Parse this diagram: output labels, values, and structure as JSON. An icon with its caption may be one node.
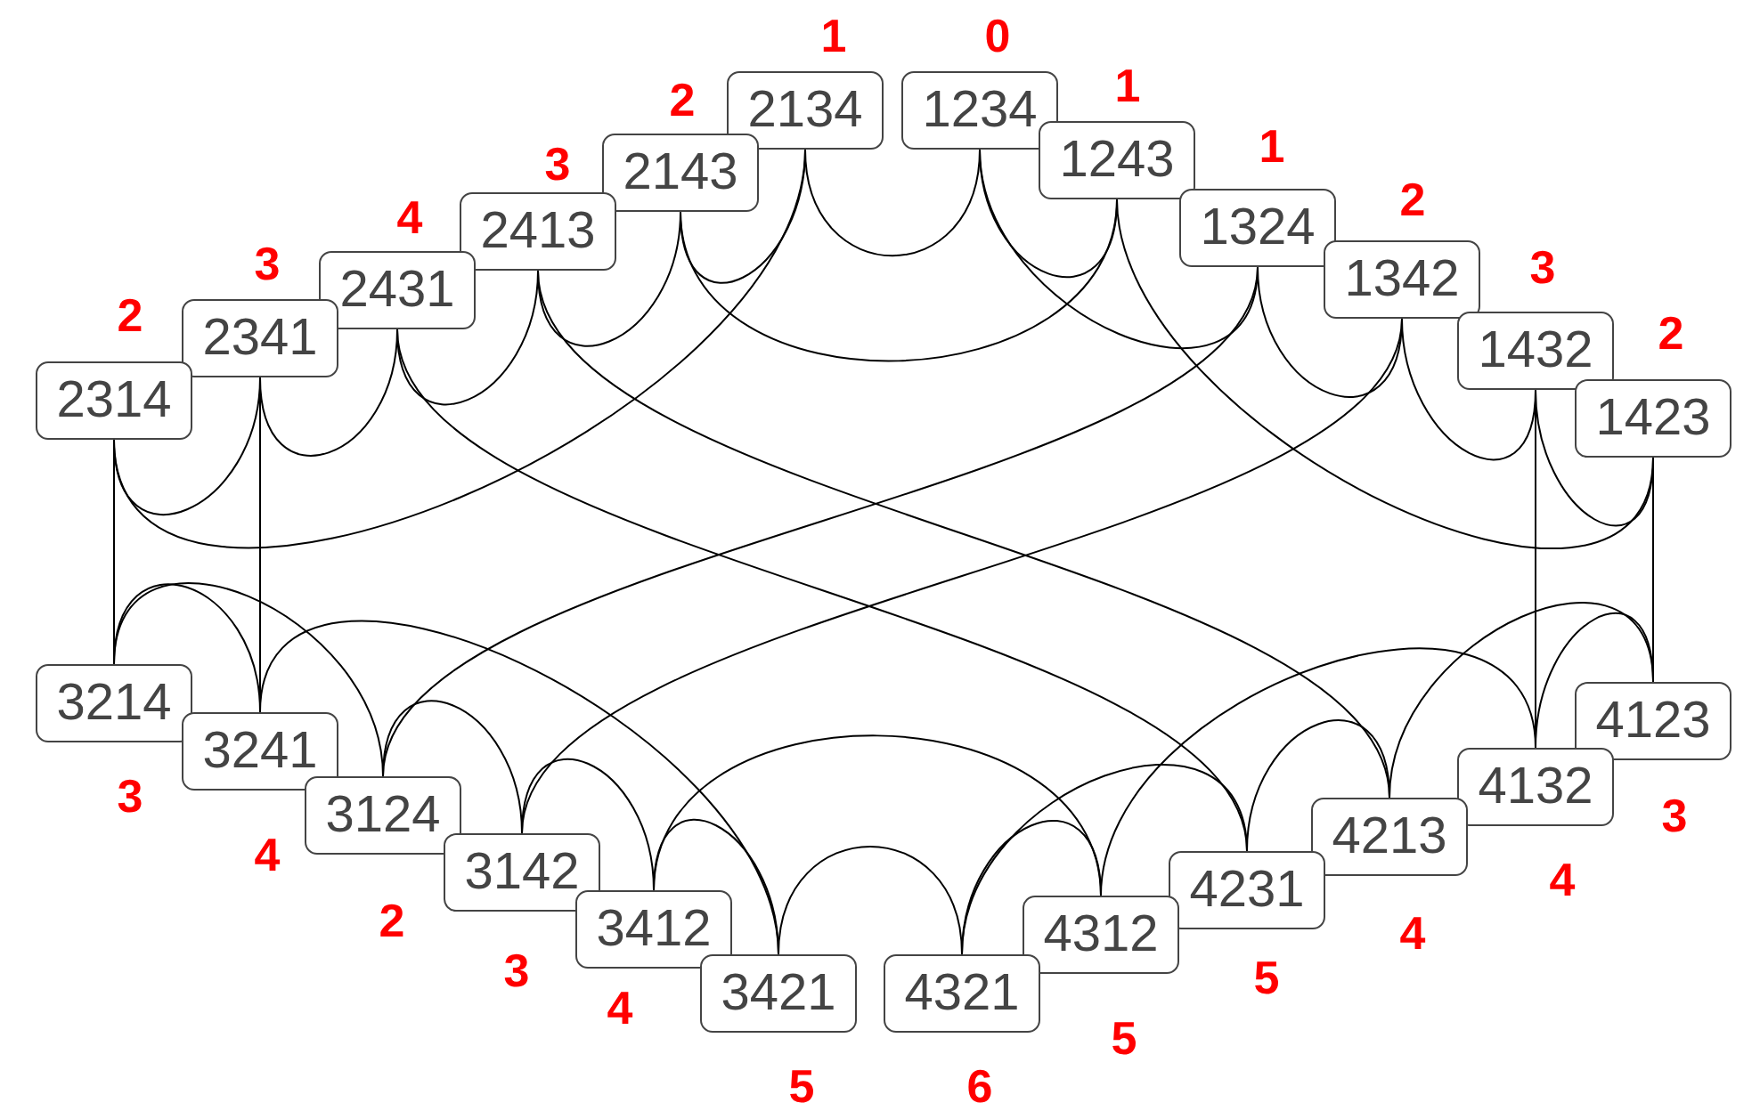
{
  "diagram": {
    "nodes": [
      {
        "text": [
          "2134"
        ],
        "beside": [
          "1"
        ]
      },
      {
        "text": [
          "1234"
        ],
        "beside": [
          "0"
        ]
      },
      {
        "text": [
          "2143"
        ],
        "beside": [
          "2"
        ]
      },
      {
        "text": [
          "1243"
        ],
        "beside": [
          "1"
        ]
      },
      {
        "text": [
          "2413"
        ],
        "beside": [
          "3"
        ]
      },
      {
        "text": [
          "1324"
        ],
        "beside": [
          "1"
        ]
      },
      {
        "text": [
          "2431"
        ],
        "beside": [
          "4"
        ]
      },
      {
        "text": [
          "1342"
        ],
        "beside": [
          "2"
        ]
      },
      {
        "text": [
          "2341"
        ],
        "beside": [
          "3"
        ]
      },
      {
        "text": [
          "1432"
        ],
        "beside": [
          "3"
        ]
      },
      {
        "text": [
          "2314"
        ],
        "beside": [
          "2"
        ]
      },
      {
        "text": [
          "1423"
        ],
        "beside": [
          "2"
        ]
      },
      {
        "text": [
          "3214"
        ],
        "beside": [
          "3"
        ]
      },
      {
        "text": [
          "4123"
        ],
        "beside": [
          "3"
        ]
      },
      {
        "text": [
          "3241"
        ],
        "beside": [
          "4"
        ]
      },
      {
        "text": [
          "4132"
        ],
        "beside": [
          "4"
        ]
      },
      {
        "text": [
          "3124"
        ],
        "beside": [
          "2"
        ]
      },
      {
        "text": [
          "4213"
        ],
        "beside": [
          "4"
        ]
      },
      {
        "text": [
          "3142"
        ],
        "beside": [
          "3"
        ]
      },
      {
        "text": [
          "4231"
        ],
        "beside": [
          "5"
        ]
      },
      {
        "text": [
          "3412"
        ],
        "beside": [
          "4"
        ]
      },
      {
        "text": [
          "4312"
        ],
        "beside": [
          "5"
        ]
      },
      {
        "text": [
          "3421"
        ],
        "beside": [
          "5"
        ]
      },
      {
        "text": [
          "4321"
        ],
        "beside": [
          "6"
        ]
      }
    ],
    "edges": [
      {
        "from": 0,
        "to": 1,
        "arrow": "none"
      },
      {
        "from": 0,
        "to": 10,
        "arrow": "none"
      },
      {
        "from": 0,
        "to": 2,
        "arrow": "none"
      },
      {
        "from": 1,
        "to": 5,
        "arrow": "none"
      },
      {
        "from": 1,
        "to": 3,
        "arrow": "none"
      },
      {
        "from": 2,
        "to": 3,
        "arrow": "none"
      },
      {
        "from": 2,
        "to": 4,
        "arrow": "none"
      },
      {
        "from": 3,
        "to": 11,
        "arrow": "none"
      },
      {
        "from": 4,
        "to": 17,
        "arrow": "none"
      },
      {
        "from": 4,
        "to": 6,
        "arrow": "none"
      },
      {
        "from": 5,
        "to": 16,
        "arrow": "none"
      },
      {
        "from": 5,
        "to": 7,
        "arrow": "none"
      },
      {
        "from": 6,
        "to": 19,
        "arrow": "none"
      },
      {
        "from": 6,
        "to": 8,
        "arrow": "none"
      },
      {
        "from": 7,
        "to": 18,
        "arrow": "none"
      },
      {
        "from": 7,
        "to": 9,
        "arrow": "none"
      },
      {
        "from": 8,
        "to": 14,
        "arrow": "none"
      },
      {
        "from": 8,
        "to": 10,
        "arrow": "none"
      },
      {
        "from": 9,
        "to": 15,
        "arrow": "none"
      },
      {
        "from": 9,
        "to": 11,
        "arrow": "none"
      },
      {
        "from": 10,
        "to": 12,
        "arrow": "none"
      },
      {
        "from": 11,
        "to": 13,
        "arrow": "none"
      },
      {
        "from": 12,
        "to": 16,
        "arrow": "none"
      },
      {
        "from": 12,
        "to": 14,
        "arrow": "none"
      },
      {
        "from": 13,
        "to": 17,
        "arrow": "none"
      },
      {
        "from": 13,
        "to": 15,
        "arrow": "none"
      },
      {
        "from": 14,
        "to": 22,
        "arrow": "none"
      },
      {
        "from": 15,
        "to": 21,
        "arrow": "none"
      },
      {
        "from": 16,
        "to": 18,
        "arrow": "none"
      },
      {
        "from": 17,
        "to": 19,
        "arrow": "none"
      },
      {
        "from": 18,
        "to": 20,
        "arrow": "none"
      },
      {
        "from": 19,
        "to": 23,
        "arrow": "none"
      },
      {
        "from": 20,
        "to": 21,
        "arrow": "none"
      },
      {
        "from": 20,
        "to": 22,
        "arrow": "none"
      },
      {
        "from": 21,
        "to": 23,
        "arrow": "none"
      },
      {
        "from": 22,
        "to": 23,
        "arrow": "none"
      }
    ]
  }
}
